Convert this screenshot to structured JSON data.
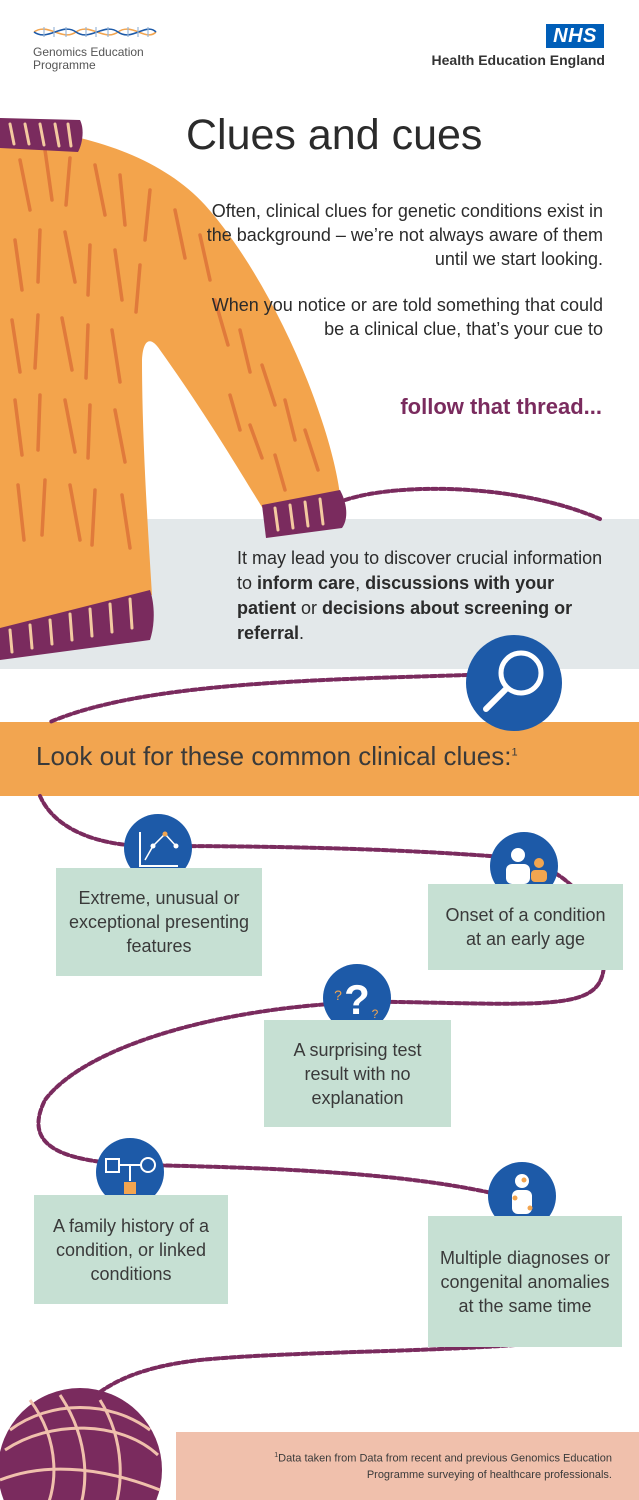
{
  "header": {
    "logo_line1": "Genomics Education",
    "logo_line2": "Programme",
    "nhs_badge": "NHS",
    "org_name": "Health Education England"
  },
  "hero": {
    "title": "Clues and cues",
    "intro_paragraph_1": "Often, clinical clues for genetic conditions exist in the background – we’re not always aware of them until we start looking.",
    "intro_paragraph_2": "When you notice or are told something that could be a clinical clue, that’s your cue to",
    "follow_text": "follow that thread..."
  },
  "discover": {
    "part1": "It may lead you to discover crucial information to ",
    "bold1": "inform care",
    "part2": ", ",
    "bold2": "discussions with your patient",
    "part3": " or ",
    "bold3": "decisions about screening or referral",
    "part4": "."
  },
  "clues_section": {
    "heading": "Look out for these common clinical clues:",
    "heading_sup": "1",
    "clues": [
      {
        "text": "Extreme, unusual or exceptional presenting features",
        "icon": "line-chart-icon"
      },
      {
        "text": "Onset of a condition at an early age",
        "icon": "adult-child-icon"
      },
      {
        "text": "A surprising test result with no explanation",
        "icon": "question-marks-icon"
      },
      {
        "text": "A family history of a condition, or linked conditions",
        "icon": "pedigree-icon"
      },
      {
        "text": "Multiple diagnoses or congenital anomalies at the same time",
        "icon": "body-marks-icon"
      }
    ]
  },
  "footnote": {
    "sup": "1",
    "text": "Data taken from Data from recent and previous Genomics Education Programme surveying of healthcare professionals."
  },
  "colors": {
    "jumper_orange": "#f3a44c",
    "jumper_stripe": "#e07a3b",
    "cuff_purple": "#7a2b5e",
    "thread_purple": "#7a2b5e",
    "banner_orange": "#f2a550",
    "grey_band": "#e3e8ea",
    "clue_green": "#c6e0d3",
    "icon_blue": "#1d5aa8",
    "footnote_pink": "#f0c0ac",
    "nhs_blue": "#005eb8"
  }
}
